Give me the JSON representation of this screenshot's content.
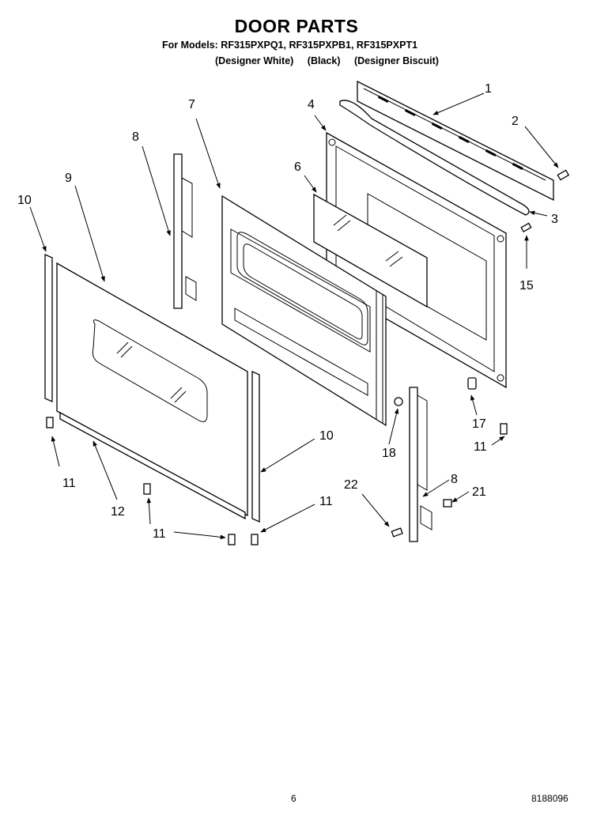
{
  "header": {
    "title": "DOOR PARTS",
    "models": "For Models: RF315PXPQ1, RF315PXPB1, RF315PXPT1",
    "colors": [
      "(Designer White)",
      "(Black)",
      "(Designer Biscuit)"
    ]
  },
  "callouts": [
    "1",
    "2",
    "3",
    "4",
    "6",
    "7",
    "8",
    "9",
    "10",
    "15",
    "17",
    "11",
    "18",
    "12",
    "10",
    "11",
    "22",
    "8",
    "21",
    "11"
  ],
  "footer": {
    "page": "6",
    "doc_number": "8188096"
  }
}
